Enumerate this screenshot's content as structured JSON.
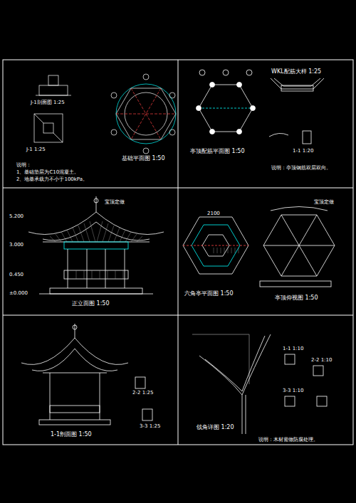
{
  "diagram": {
    "labels": [
      "J-1剖面图 1:25",
      "J-1 1:25",
      "基础平面图 1:50",
      "说明：",
      "1、基础垫层为C10混凝土。",
      "2、地基承载力不小于100kPa。",
      "亭顶配筋平面图 1:50",
      "WKL配筋大样 1:25",
      "1-1 1:20",
      "说明：亭顶钢筋双层双向。",
      "宝顶定做",
      "5.200",
      "3.000",
      "0.450",
      "±0.000",
      "正立面图 1:50",
      "六角亭平面图 1:50",
      "亭顶仰视图 1:50",
      "2100",
      "宝顶定做",
      "1-1剖面图 1:50",
      "2-2 1:25",
      "3-3 1:25",
      "戗角详图 1:20",
      "1-1 1:10",
      "2-2 1:10",
      "3-3 1:10",
      "说明：木材需做防腐处理。"
    ]
  }
}
